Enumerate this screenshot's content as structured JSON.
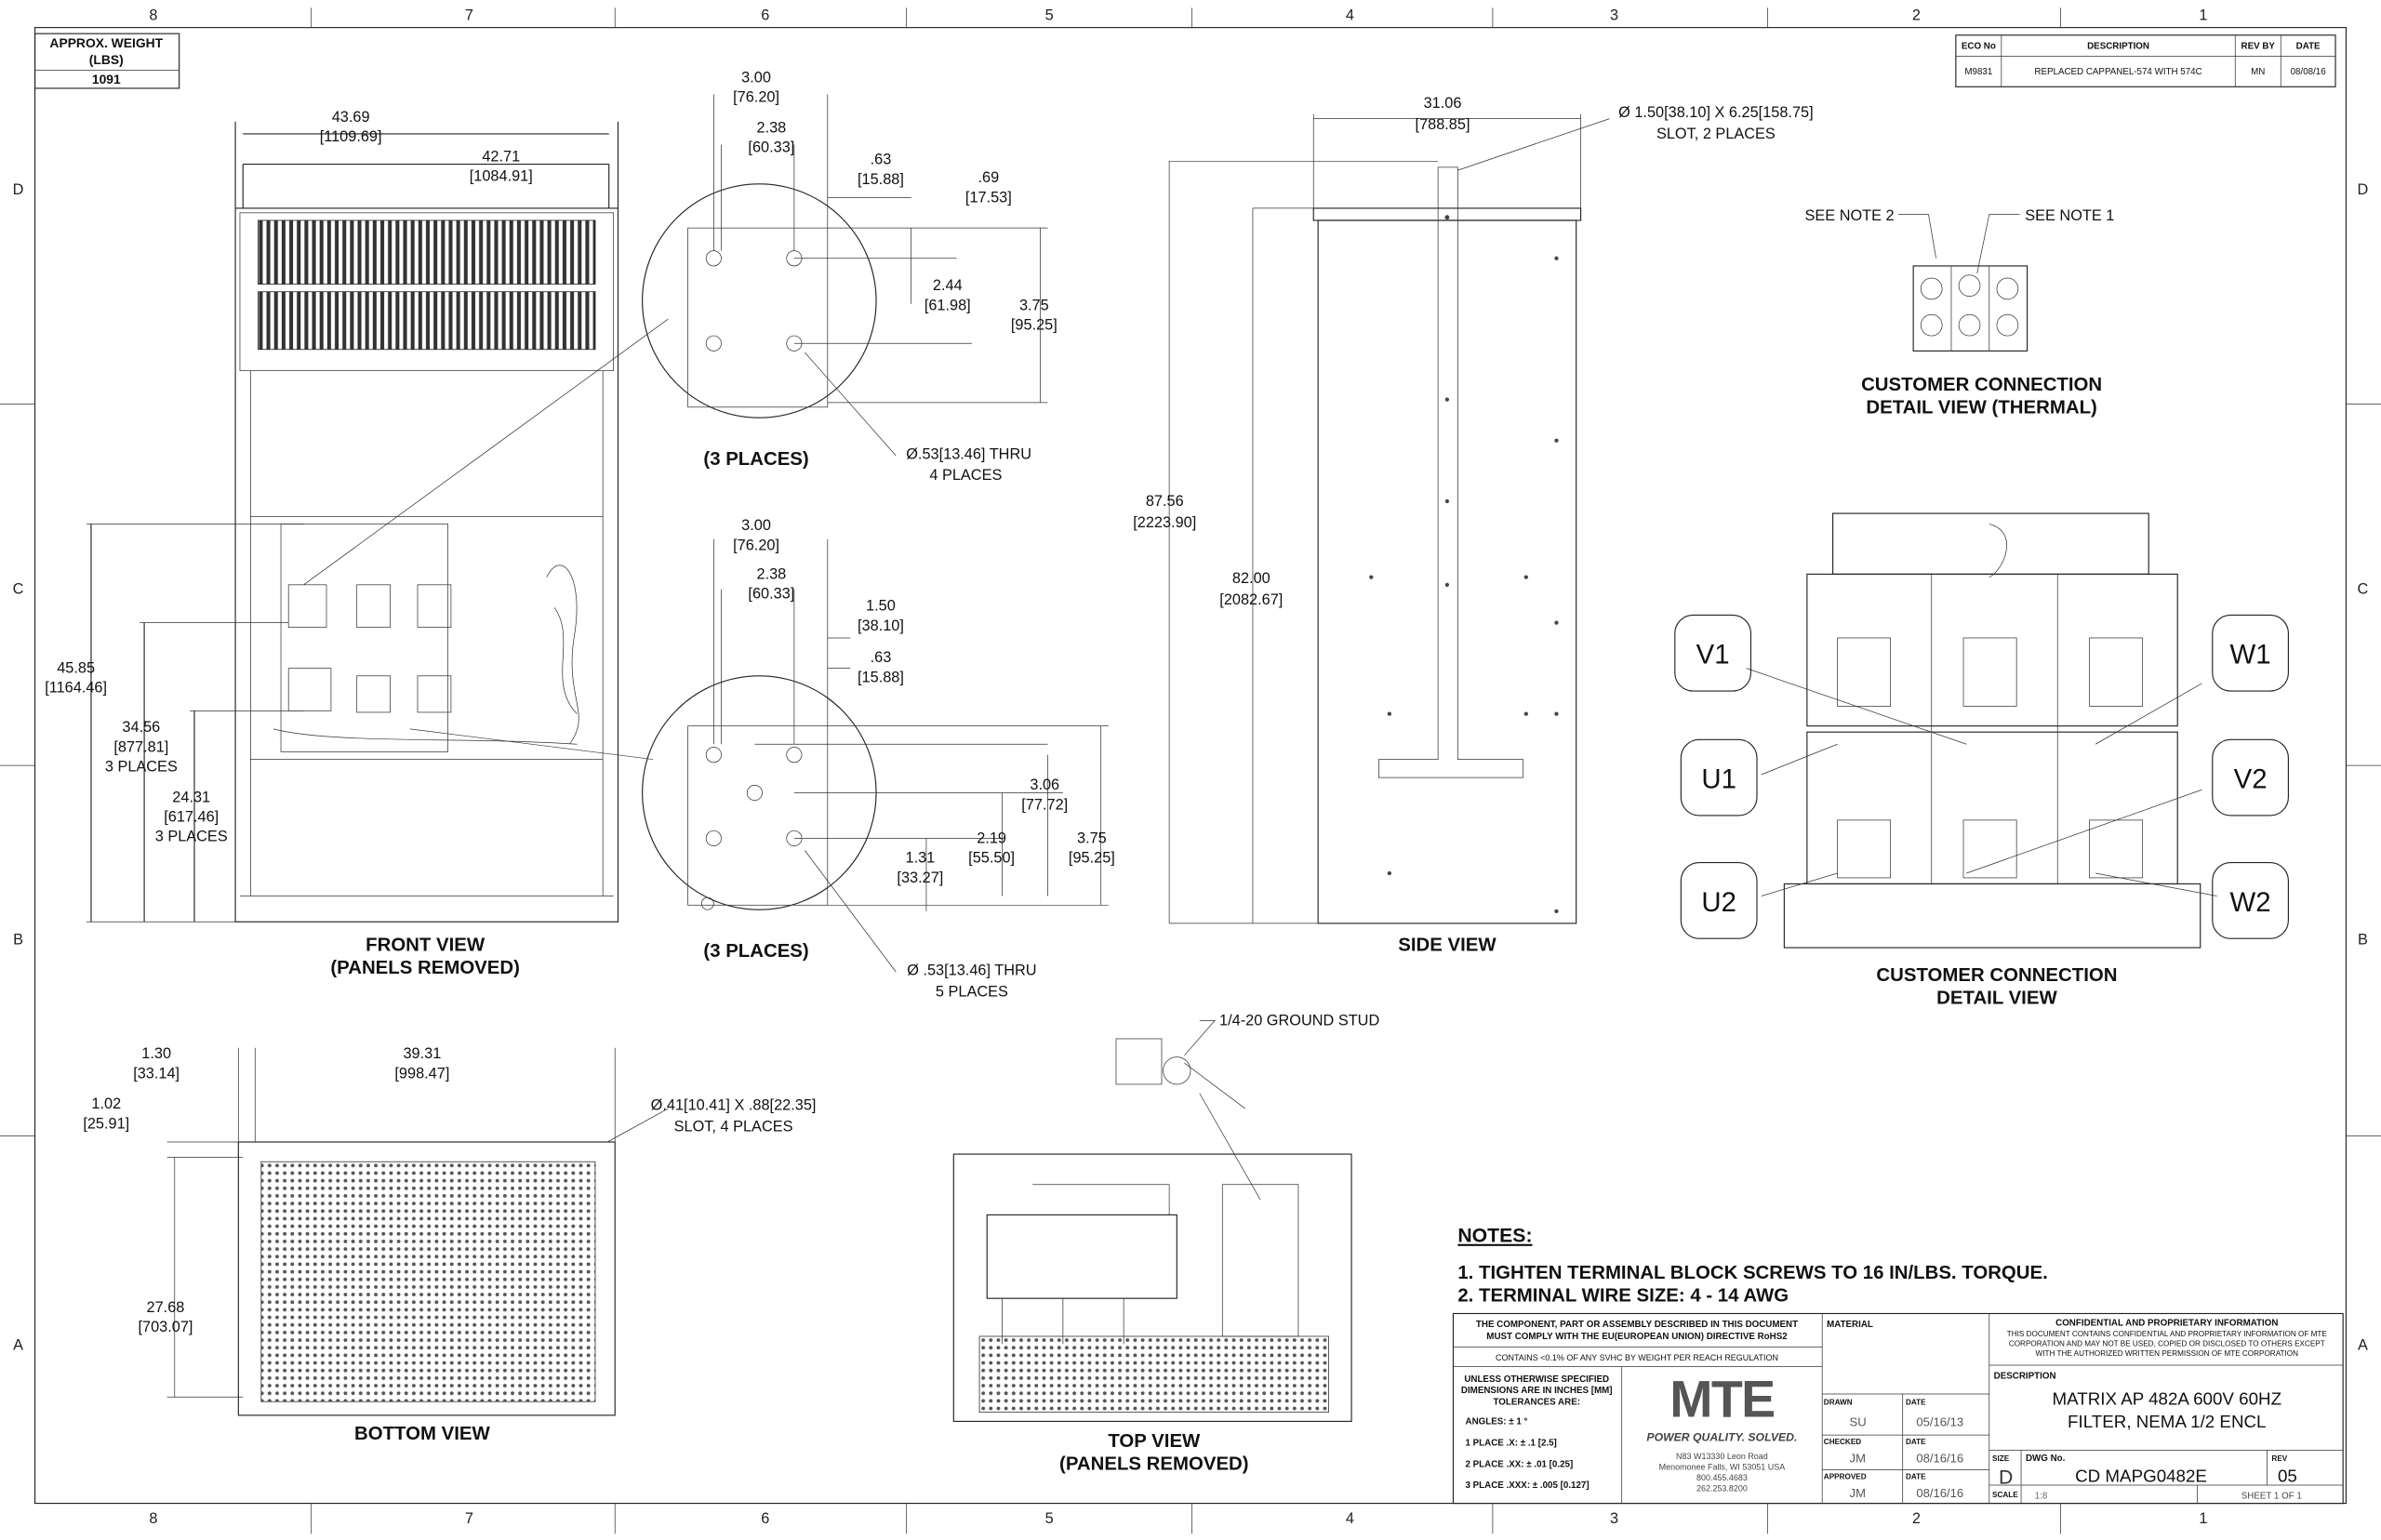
{
  "zones": {
    "columns": [
      "8",
      "7",
      "6",
      "5",
      "4",
      "3",
      "2",
      "1"
    ],
    "rows": [
      "D",
      "C",
      "B",
      "A"
    ]
  },
  "weight_box": {
    "label_line1": "APPROX. WEIGHT",
    "label_line2": "(LBS)",
    "value": "1091"
  },
  "revision_block": {
    "headers": [
      "ECO No",
      "DESCRIPTION",
      "REV BY",
      "DATE"
    ],
    "rows": [
      [
        "M9831",
        "REPLACED CAPPANEL-574 WITH 574C",
        "MN",
        "08/08/16"
      ]
    ]
  },
  "front_view": {
    "title": "FRONT VIEW",
    "subtitle": "(PANELS REMOVED)",
    "dims": [
      {
        "v": "43.69",
        "mm": "[1109.69]"
      },
      {
        "v": "42.71",
        "mm": "[1084.91]"
      },
      {
        "v": "45.85",
        "mm": "[1164.46]"
      },
      {
        "v": "34.56",
        "mm": "[877.81]",
        "note": "3 PLACES"
      },
      {
        "v": "24.31",
        "mm": "[617.46]",
        "note": "3 PLACES"
      }
    ]
  },
  "detail_upper": {
    "title": "(3 PLACES)",
    "dims": [
      {
        "v": "3.00",
        "mm": "[76.20]"
      },
      {
        "v": "2.38",
        "mm": "[60.33]"
      },
      {
        "v": ".63",
        "mm": "[15.88]"
      },
      {
        "v": ".69",
        "mm": "[17.53]"
      },
      {
        "v": "2.44",
        "mm": "[61.98]"
      },
      {
        "v": "3.75",
        "mm": "[95.25]"
      }
    ],
    "hole_note": "Ø.53[13.46] THRU",
    "hole_count": "4 PLACES"
  },
  "detail_lower": {
    "title": "(3 PLACES)",
    "dims": [
      {
        "v": "3.00",
        "mm": "[76.20]"
      },
      {
        "v": "2.38",
        "mm": "[60.33]"
      },
      {
        "v": "1.50",
        "mm": "[38.10]"
      },
      {
        "v": ".63",
        "mm": "[15.88]"
      },
      {
        "v": "3.06",
        "mm": "[77.72]"
      },
      {
        "v": "2.19",
        "mm": "[55.50]"
      },
      {
        "v": "1.31",
        "mm": "[33.27]"
      },
      {
        "v": "3.75",
        "mm": "[95.25]"
      }
    ],
    "hole_note": "Ø .53[13.46] THRU",
    "hole_count": "5 PLACES"
  },
  "side_view": {
    "title": "SIDE VIEW",
    "dims": [
      {
        "v": "31.06",
        "mm": "[788.85]"
      },
      {
        "v": "87.56",
        "mm": "[2223.90]"
      },
      {
        "v": "82.00",
        "mm": "[2082.67]"
      }
    ],
    "slot_note": "Ø 1.50[38.10] X 6.25[158.75]",
    "slot_count": "SLOT, 2 PLACES"
  },
  "thermal_detail": {
    "note2": "SEE NOTE 2",
    "note1": "SEE NOTE 1",
    "title": "CUSTOMER CONNECTION",
    "subtitle": "DETAIL VIEW (THERMAL)"
  },
  "connection_detail": {
    "terminals": [
      "V1",
      "W1",
      "U1",
      "V2",
      "U2",
      "W2"
    ],
    "title": "CUSTOMER CONNECTION",
    "subtitle": "DETAIL VIEW"
  },
  "bottom_view": {
    "title": "BOTTOM VIEW",
    "dims": [
      {
        "v": "1.30",
        "mm": "[33.14]"
      },
      {
        "v": "39.31",
        "mm": "[998.47]"
      },
      {
        "v": "1.02",
        "mm": "[25.91]"
      },
      {
        "v": "27.68",
        "mm": "[703.07]"
      }
    ],
    "slot_note": "Ø.41[10.41] X .88[22.35]",
    "slot_count": "SLOT, 4 PLACES"
  },
  "top_view": {
    "title": "TOP VIEW",
    "subtitle": "(PANELS REMOVED)",
    "callout": "1/4-20 GROUND STUD"
  },
  "notes": {
    "heading": "NOTES:",
    "items": [
      "1.  TIGHTEN TERMINAL BLOCK SCREWS TO 16 IN/LBS. TORQUE.",
      "2.  TERMINAL WIRE SIZE: 4 - 14 AWG"
    ]
  },
  "title_block": {
    "rohs_line1": "THE COMPONENT, PART OR ASSEMBLY DESCRIBED IN THIS DOCUMENT",
    "rohs_line2": "MUST COMPLY WITH THE EU(EUROPEAN UNION) DIRECTIVE RoHS2",
    "reach": "CONTAINS <0.1% OF ANY SVHC BY WEIGHT PER REACH REGULATION",
    "tol_line1": "UNLESS OTHERWISE SPECIFIED",
    "tol_line2": "DIMENSIONS ARE IN INCHES [MM]",
    "tol_line3": "TOLERANCES ARE:",
    "tol_angles": "ANGLES: ± 1 °",
    "tol_1": "1 PLACE .X: ± .1 [2.5]",
    "tol_2": "2 PLACE .XX: ± .01 [0.25]",
    "tol_3": "3 PLACE .XXX: ± .005 [0.127]",
    "logo": "MTE",
    "tagline": "POWER QUALITY. SOLVED.",
    "address": [
      "N83 W13330 Leon Road",
      "Menomonee Falls, WI 53051 USA",
      "800.455.4683",
      "262.253.8200"
    ],
    "material_label": "MATERIAL",
    "drawn_label": "DRAWN",
    "drawn_by": "SU",
    "drawn_date": "05/16/13",
    "checked_label": "CHECKED",
    "checked_by": "JM",
    "checked_date": "08/16/16",
    "approved_label": "APPROVED",
    "approved_by": "JM",
    "approved_date": "08/16/16",
    "date_label": "DATE",
    "conf_title": "CONFIDENTIAL AND PROPRIETARY INFORMATION",
    "conf_line1": "THIS DOCUMENT CONTAINS CONFIDENTIAL AND PROPRIETARY INFORMATION OF MTE",
    "conf_line2": "CORPORATION AND MAY NOT BE USED, COPIED OR DISCLOSED TO OTHERS EXCEPT",
    "conf_line3": "WITH THE AUTHORIZED WRITTEN PERMISSION OF MTE CORPORATION",
    "description_label": "DESCRIPTION",
    "description_line1": "MATRIX AP 482A 600V 60HZ",
    "description_line2": "FILTER, NEMA 1/2 ENCL",
    "size_label": "SIZE",
    "size": "D",
    "dwg_label": "DWG No.",
    "dwg_no": "CD MAPG0482E",
    "rev_label": "REV",
    "rev": "05",
    "scale_label": "SCALE",
    "scale": "1:8",
    "sheet": "SHEET 1  OF 1"
  }
}
